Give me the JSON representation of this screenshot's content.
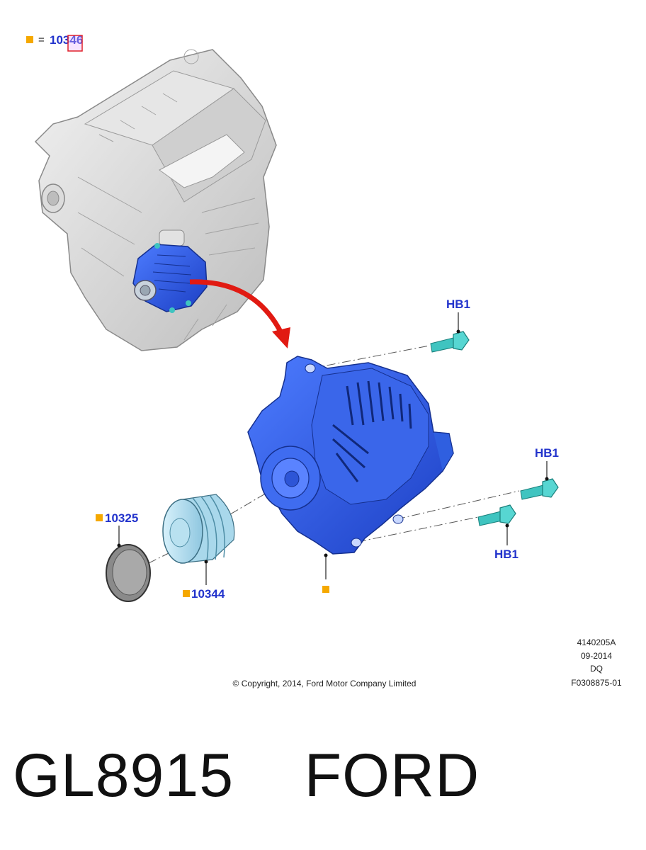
{
  "legend": {
    "equals": "=",
    "code": "10346"
  },
  "callouts": {
    "bolt_top": "HB1",
    "bolt_right": "HB1",
    "bolt_bottom": "HB1",
    "cap": "10325",
    "pulley": "10344"
  },
  "meta": {
    "ref": "4140205A",
    "date": "09-2014",
    "code": "DQ",
    "figure": "F0308875-01",
    "copyright": "© Copyright, 2014, Ford Motor Company Limited"
  },
  "part_label": "GL8915    FORD",
  "colors": {
    "alternator": "#2f5fe0",
    "engine": "#d9d9d9",
    "bolt": "#3fc4c0",
    "arrow": "#e11a12",
    "callout": "#2233cc",
    "marker": "#f5a800"
  }
}
